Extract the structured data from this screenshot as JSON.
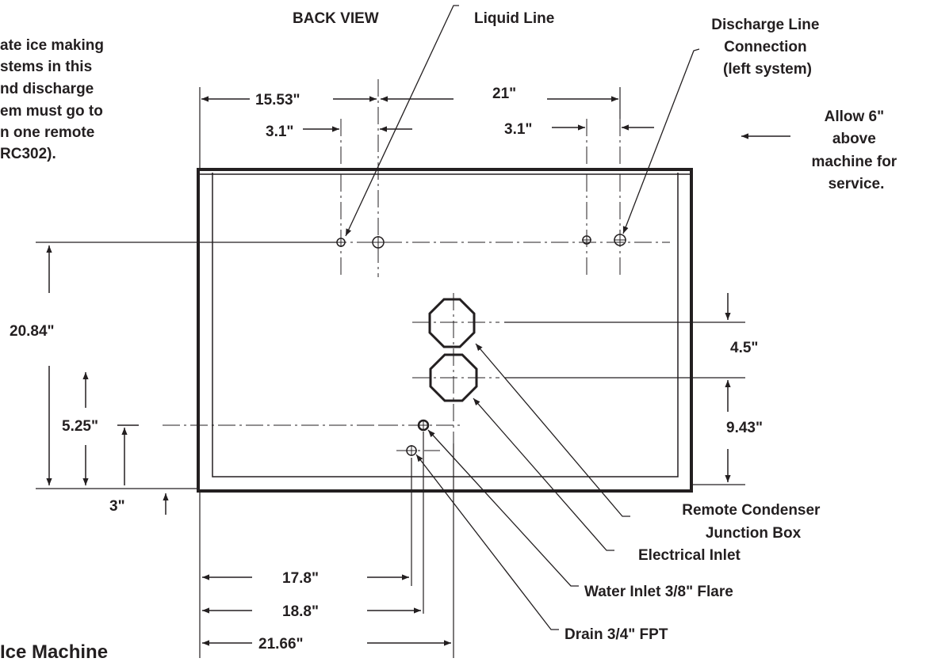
{
  "title": "BACK VIEW",
  "note_left": [
    "ate ice making",
    "stems in this",
    "nd discharge",
    "em must go to",
    "n one remote",
    "RC302)."
  ],
  "note_right": [
    "Allow 6\"",
    "above",
    "machine for",
    "service."
  ],
  "footer_fragment": "Ice Machine",
  "labels": {
    "liquid_line": "Liquid Line",
    "discharge": [
      "Discharge Line",
      "Connection",
      "(left system)"
    ],
    "remote_condenser": [
      "Remote Condenser",
      "Junction Box"
    ],
    "electrical_inlet": "Electrical  Inlet",
    "water_inlet": "Water Inlet 3/8\"  Flare",
    "drain": "Drain 3/4\" FPT"
  },
  "dimensions": {
    "d_15_53": "15.53\"",
    "d_21": "21\"",
    "d_3_1_left": "3.1\"",
    "d_3_1_right": "3.1\"",
    "d_20_84": "20.84\"",
    "d_4_5": "4.5\"",
    "d_9_43": "9.43\"",
    "d_5_25": "5.25\"",
    "d_3": "3\"",
    "d_17_8": "17.8\"",
    "d_18_8": "18.8\"",
    "d_21_66": "21.66\""
  },
  "colors": {
    "ink": "#231f20",
    "background": "#ffffff"
  }
}
